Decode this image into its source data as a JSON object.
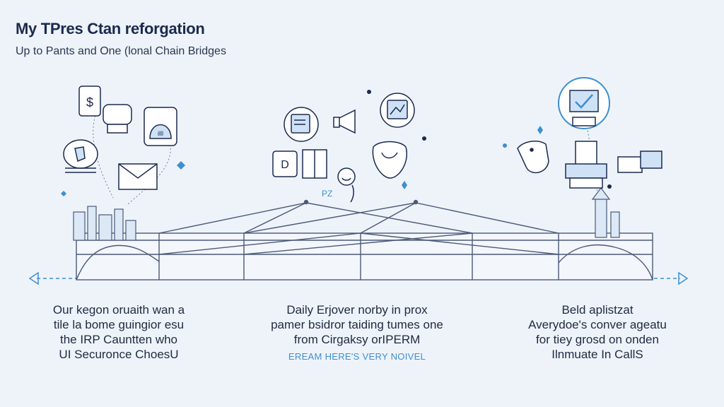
{
  "header": {
    "title": "My TPres Ctan reforgation",
    "subtitle": "Up to Pants and One (lonal Chain Bridges"
  },
  "diagram": {
    "center_tag": "PZ",
    "captions": {
      "left": [
        "Our kegon oruaith wan a",
        "tile la bome guingior esu",
        "the IRP Cauntten who",
        "UI Securonce ChoesU"
      ],
      "middle": [
        "Daily Erjover norby in prox",
        "pamer bsidror taiding tumes one",
        "from Cirgaksy orIPERM"
      ],
      "middle_accent": "EREAM HERE'S VERY NOIVEL",
      "right": [
        "Beld aplistzat",
        "Averydoe's conver ageatu",
        "for tiey grosd on onden",
        "Ilnmuate In CallS"
      ]
    },
    "colors": {
      "ink": "#1b2a4e",
      "line": "#4a5a78",
      "accent": "#3e8fcf",
      "light_accent": "#bcd6ee"
    },
    "icons": [
      "dollar-icon",
      "printer-icon",
      "robot-head-icon",
      "shield-icon",
      "mail-icon",
      "document-icon",
      "megaphone-icon",
      "chart-card-icon",
      "box-icon",
      "door-icon",
      "face-icon",
      "pawprint-icon",
      "monitor-check-icon",
      "bird-icon",
      "server-icon",
      "folder-icon",
      "building-icon",
      "lighthouse-icon"
    ]
  }
}
